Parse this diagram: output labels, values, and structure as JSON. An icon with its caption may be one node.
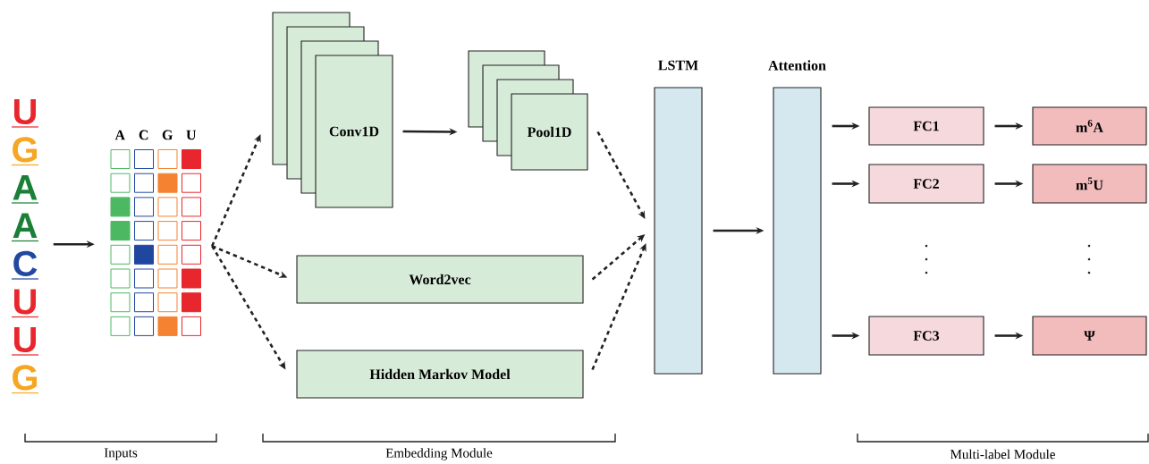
{
  "diagram": {
    "nodes": [
      {
        "text": [
          "U",
          "G",
          "A",
          "A",
          "C",
          "U",
          "U",
          "G"
        ]
      },
      {
        "text": [
          "A",
          "C",
          "G",
          "U"
        ]
      },
      {
        "text": [
          "Conv1D"
        ]
      },
      {
        "text": [
          "Pool1D"
        ]
      },
      {
        "text": [
          "Word2vec"
        ]
      },
      {
        "text": [
          "Hidden Markov Model"
        ]
      },
      {
        "text": [
          "LSTM"
        ]
      },
      {
        "text": [
          "Attention"
        ]
      },
      {
        "text": [
          "FC1"
        ]
      },
      {
        "text": [
          "FC2"
        ]
      },
      {
        "text": [
          "FC3"
        ]
      },
      {
        "text": [
          "m$^{6}$A"
        ]
      },
      {
        "text": [
          "m$^{5}$U"
        ]
      },
      {
        "text": [
          "Ψ"
        ]
      }
    ],
    "edges": [
      {
        "from": 0,
        "to": 1,
        "arrow": "to"
      },
      {
        "from": 1,
        "to": 2,
        "arrow": "to",
        "style": "dashed"
      },
      {
        "from": 1,
        "to": 4,
        "arrow": "to",
        "style": "dashed"
      },
      {
        "from": 1,
        "to": 5,
        "arrow": "to",
        "style": "dashed"
      },
      {
        "from": 2,
        "to": 3,
        "arrow": "to"
      },
      {
        "from": 3,
        "to": 6,
        "arrow": "to",
        "style": "dashed"
      },
      {
        "from": 4,
        "to": 6,
        "arrow": "to",
        "style": "dashed"
      },
      {
        "from": 5,
        "to": 6,
        "arrow": "to",
        "style": "dashed"
      },
      {
        "from": 6,
        "to": 7,
        "arrow": "to"
      },
      {
        "from": 7,
        "to": 8,
        "arrow": "to"
      },
      {
        "from": 7,
        "to": 9,
        "arrow": "to"
      },
      {
        "from": 7,
        "to": 10,
        "arrow": "to"
      },
      {
        "from": 8,
        "to": 11,
        "arrow": "to"
      },
      {
        "from": 9,
        "to": 12,
        "arrow": "to"
      },
      {
        "from": 10,
        "to": 13,
        "arrow": "to"
      }
    ],
    "labels": [
      "Inputs",
      "Embedding Module",
      "Multi-label Module"
    ]
  }
}
